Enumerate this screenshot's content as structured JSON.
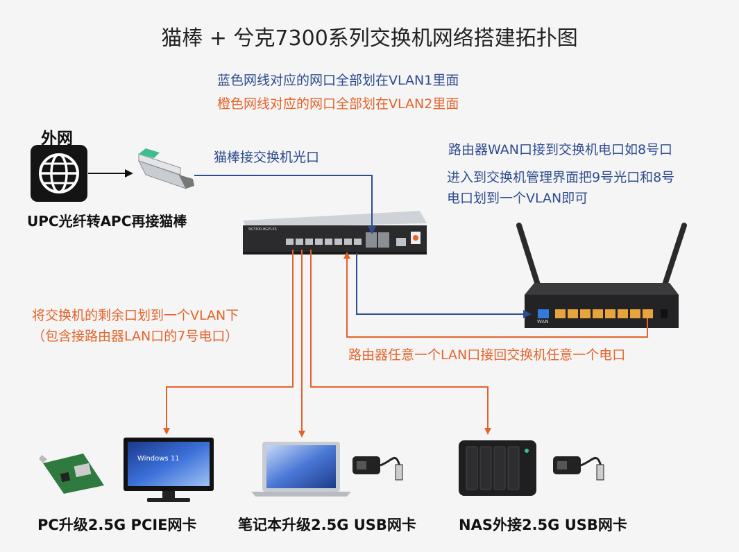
{
  "title": "猫棒 + 兮克7300系列交换机网络搭建拓扑图",
  "notes": {
    "blue": "蓝色网线对应的网口全部划在VLAN1里面",
    "orange": "橙色网线对应的网口全部划在VLAN2里面"
  },
  "internet": {
    "label": "外网"
  },
  "sfp": {
    "caption": "UPC光纤转APC再接猫棒",
    "note": "猫棒接交换机光口"
  },
  "switch": {
    "model": "SK7300-8GP1XS"
  },
  "router": {
    "note1": "路由器WAN口接到交换机电口如8号口",
    "note2": "进入到交换机管理界面把9号光口和8号",
    "note3": "电口划到一个VLAN即可",
    "wan_label": "WAN",
    "lan_note": "路由器任意一个LAN口接回交换机任意一个电口"
  },
  "vlan2_note": {
    "line1": "将交换机的剩余口划到一个VLAN下",
    "line2": "（包含接路由器LAN口的7号电口）"
  },
  "devices": {
    "pc": {
      "caption": "PC升级2.5G PCIE网卡",
      "screen": "Windows 11"
    },
    "laptop": {
      "caption": "笔记本升级2.5G USB网卡"
    },
    "nas": {
      "caption": "NAS外接2.5G USB网卡"
    }
  },
  "colors": {
    "blue": "#2e4c8f",
    "orange": "#e4632a"
  }
}
